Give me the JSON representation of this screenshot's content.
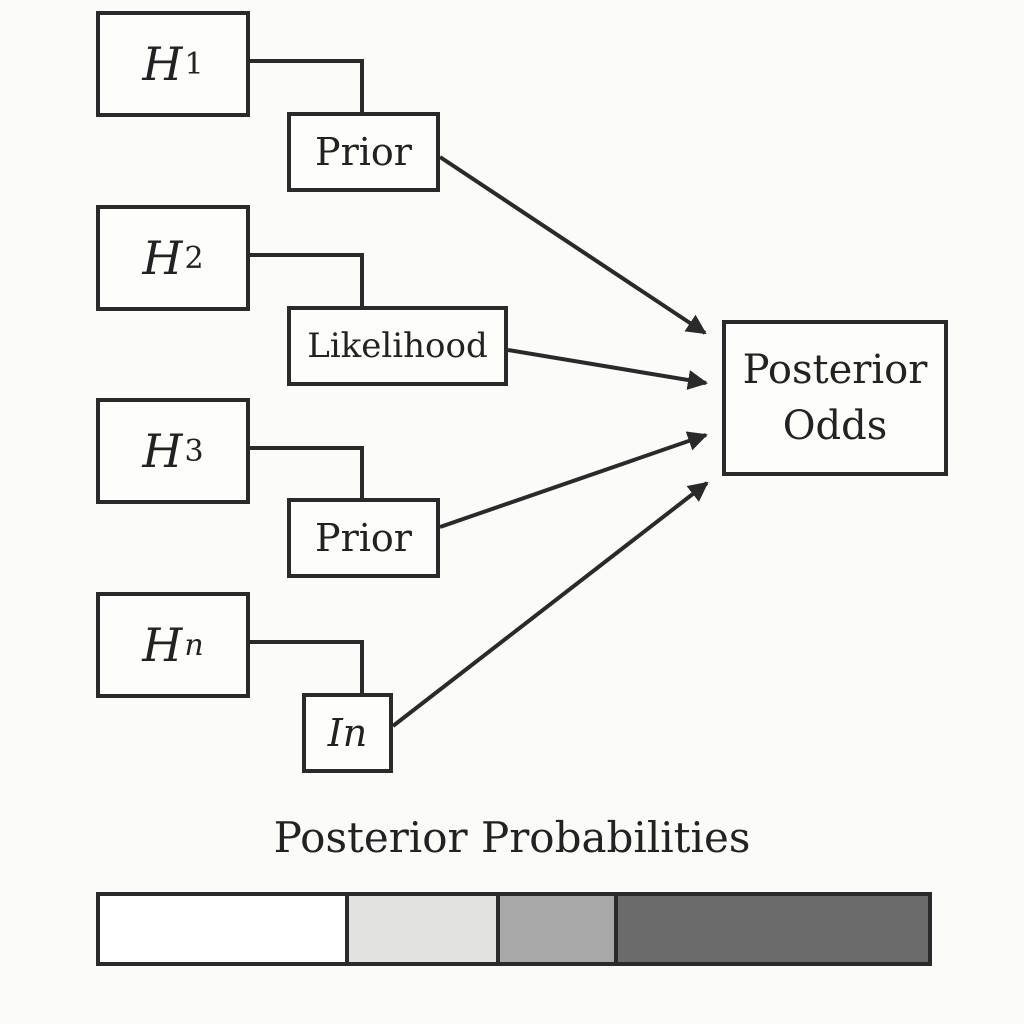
{
  "hypotheses": [
    {
      "symbol": "H",
      "subscript": "1",
      "subscript_italic": false
    },
    {
      "symbol": "H",
      "subscript": "2",
      "subscript_italic": false
    },
    {
      "symbol": "H",
      "subscript": "3",
      "subscript_italic": false
    },
    {
      "symbol": "H",
      "subscript": "n",
      "subscript_italic": true
    }
  ],
  "factors": [
    {
      "label": "Prior"
    },
    {
      "label": "Likelihood"
    },
    {
      "label": "Prior"
    },
    {
      "label": "In"
    }
  ],
  "posterior_box": {
    "line1": "Posterior",
    "line2": "Odds"
  },
  "probabilities": {
    "title": "Posterior Probabilities",
    "segments": [
      {
        "share": 0.3,
        "color": "#ffffff"
      },
      {
        "share": 0.18,
        "color": "#e2e2e0"
      },
      {
        "share": 0.14,
        "color": "#a8a8a8"
      },
      {
        "share": 0.38,
        "color": "#6b6b6b"
      }
    ]
  },
  "colors": {
    "stroke": "#2a2a2a",
    "background": "#fbfbf9"
  }
}
